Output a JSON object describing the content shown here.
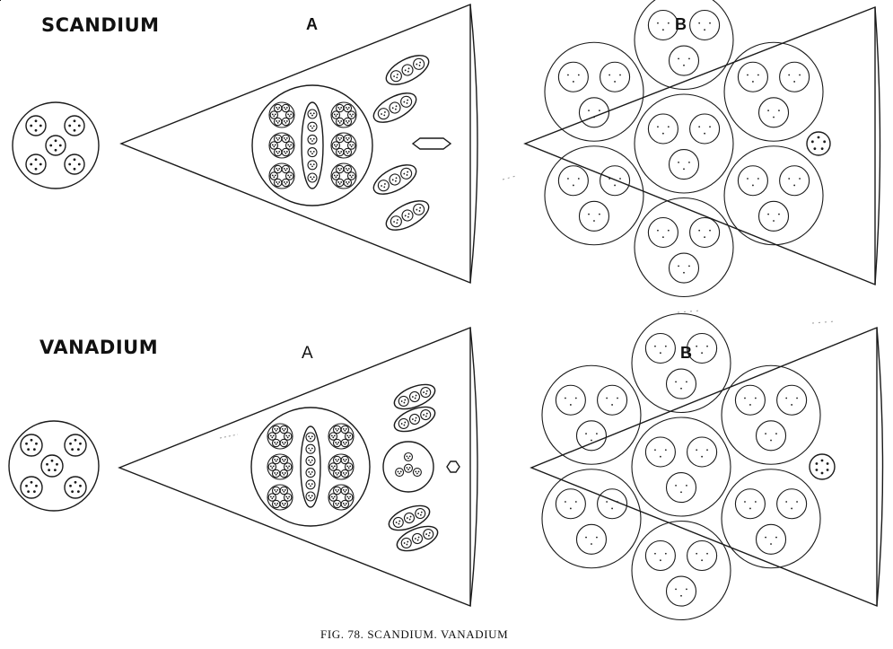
{
  "headings": {
    "scandium": "SCANDIUM",
    "vanadium": "VANADIUM"
  },
  "diagram_labels": {
    "scandium_a": "A",
    "scandium_b": "B",
    "vanadium_a": "A",
    "vanadium_b": "B"
  },
  "caption": "FIG.  78.  SCANDIUM.  VANADIUM",
  "colors": {
    "ink": "#1a1a1a",
    "paper": "#ffffff"
  }
}
